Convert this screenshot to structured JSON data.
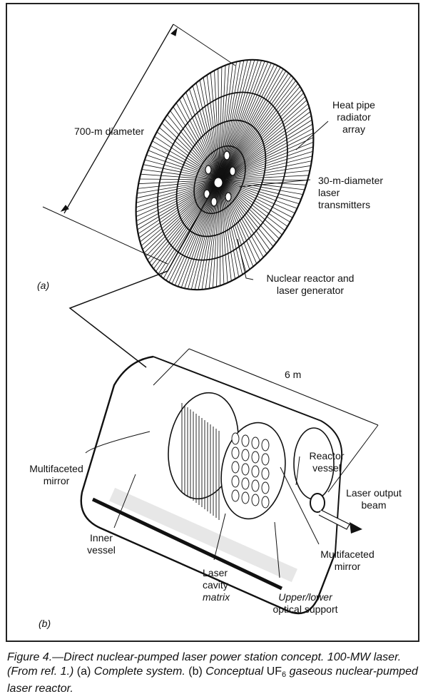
{
  "figure": {
    "panel_a": {
      "marker": "(a)",
      "labels": {
        "diameter": "700-m diameter",
        "radiator_line1": "Heat pipe",
        "radiator_line2": "radiator",
        "radiator_line3": "array",
        "transmitters_line1": "30-m-diameter",
        "transmitters_line2": "laser",
        "transmitters_line3": "transmitters",
        "reactor_line1": "Nuclear reactor and",
        "reactor_line2": "laser generator"
      }
    },
    "panel_b": {
      "marker": "(b)",
      "labels": {
        "length": "6 m",
        "mirror_left_line1": "Multifaceted",
        "mirror_left_line2": "mirror",
        "reactor_vessel_line1": "Reactor",
        "reactor_vessel_line2": "vessel",
        "output_line1": "Laser output",
        "output_line2": "beam",
        "inner_line1": "Inner",
        "inner_line2": "vessel",
        "mirror_right_line1": "Multifaceted",
        "mirror_right_line2": "mirror",
        "cavity_line1": "Laser",
        "cavity_line2": "cavity",
        "cavity_line3": "matrix",
        "support_line1": "Upper/lower",
        "support_line2": "optical support"
      }
    },
    "caption": {
      "part1": "Figure 4.—Direct nuclear-pumped laser power station concept. 100-MW laser. (From ref. 1.) ",
      "part2": "(a)",
      "part3": " Complete system. ",
      "part4": "(b)",
      "part5": " Conceptual ",
      "part6": "UF",
      "sub": "6",
      "part7": " gaseous nuclear-pumped laser reactor."
    }
  }
}
